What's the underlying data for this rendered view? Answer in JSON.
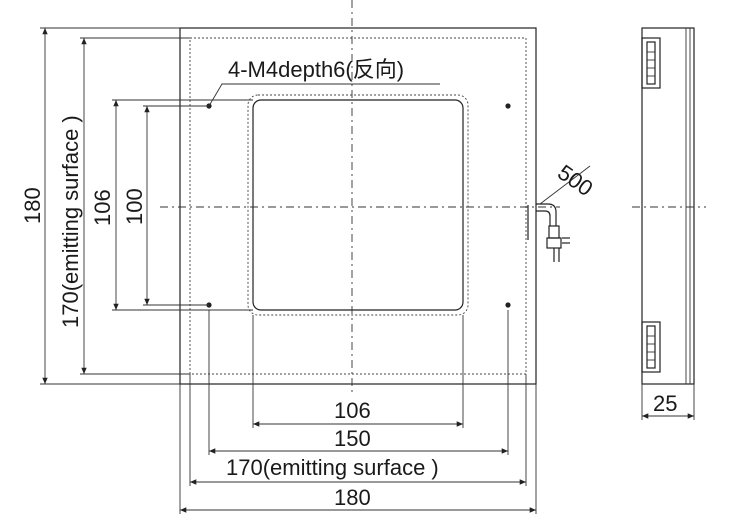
{
  "labels": {
    "hole_note": "4-M4depth6(反向)",
    "cable_length": "500",
    "dim_106_h": "106",
    "dim_150_h": "150",
    "dim_170_h": "170(emitting surface )",
    "dim_180_h": "180",
    "dim_180_v": "180",
    "dim_170_v": "170(emitting surface )",
    "dim_106_v": "106",
    "dim_100_v": "100",
    "dim_25_side": "25"
  }
}
